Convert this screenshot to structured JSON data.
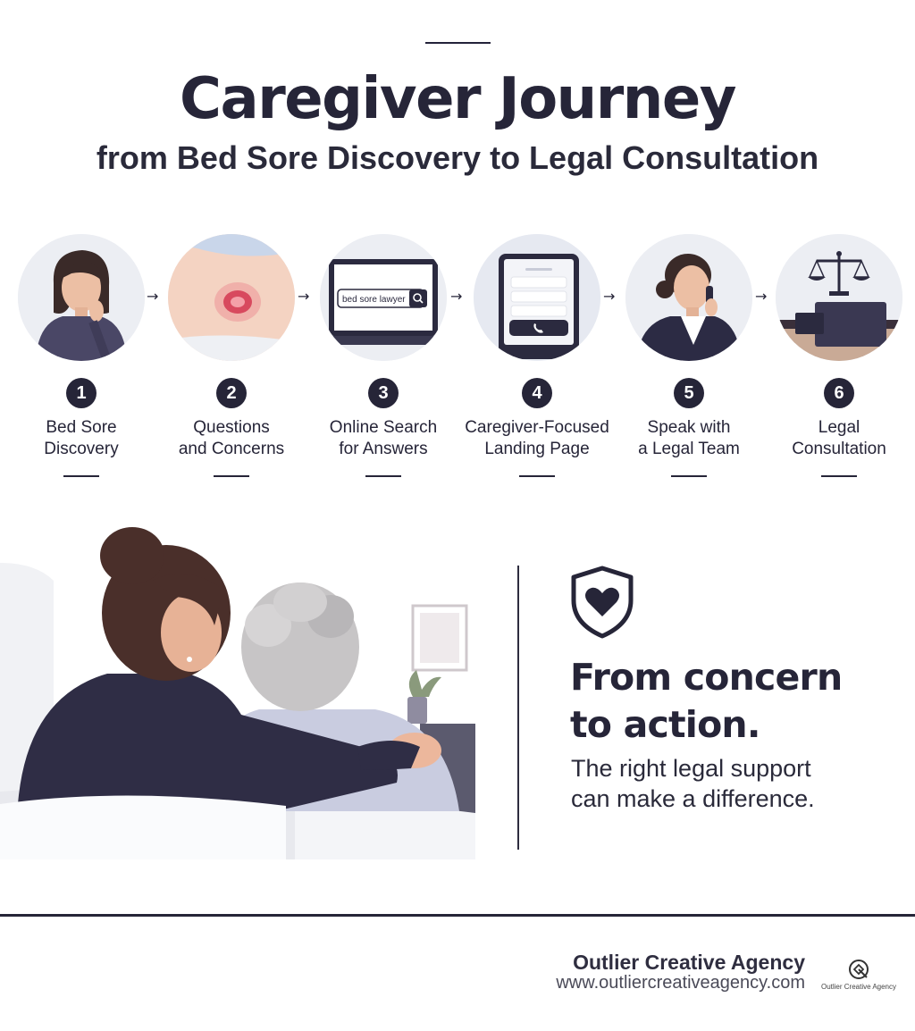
{
  "header": {
    "title": "Caregiver Journey",
    "subtitle": "from Bed Sore Discovery to Legal Consultation"
  },
  "steps": [
    {
      "number": "1",
      "label_line1": "Bed Sore",
      "label_line2": "Discovery",
      "icon": "worried-woman-icon"
    },
    {
      "number": "2",
      "label_line1": "Questions",
      "label_line2": "and Concerns",
      "icon": "bed-sore-wound-icon"
    },
    {
      "number": "3",
      "label_line1": "Online Search",
      "label_line2": "for Answers",
      "icon": "laptop-search-icon",
      "search_text": "bed sore lawyer"
    },
    {
      "number": "4",
      "label_line1": "Caregiver-Focused",
      "label_line2": "Landing Page",
      "icon": "tablet-landing-page-icon"
    },
    {
      "number": "5",
      "label_line1": "Speak with",
      "label_line2": "a Legal Team",
      "icon": "woman-on-phone-icon"
    },
    {
      "number": "6",
      "label_line1": "Legal",
      "label_line2": "Consultation",
      "icon": "scales-of-justice-icon"
    }
  ],
  "callout": {
    "icon": "shield-heart-icon",
    "headline_line1": "From concern",
    "headline_line2": "to action.",
    "text_line1": "The right legal support",
    "text_line2": "can make a difference."
  },
  "footer": {
    "agency_name": "Outlier Creative Agency",
    "agency_url": "www.outliercreativeagency.com",
    "logo_text": "Outlier Creative Agency"
  },
  "colors": {
    "navy": "#262538",
    "circle_bg": "#eceef3",
    "skin": "#e8b9a0",
    "wound": "#e05a6a"
  }
}
